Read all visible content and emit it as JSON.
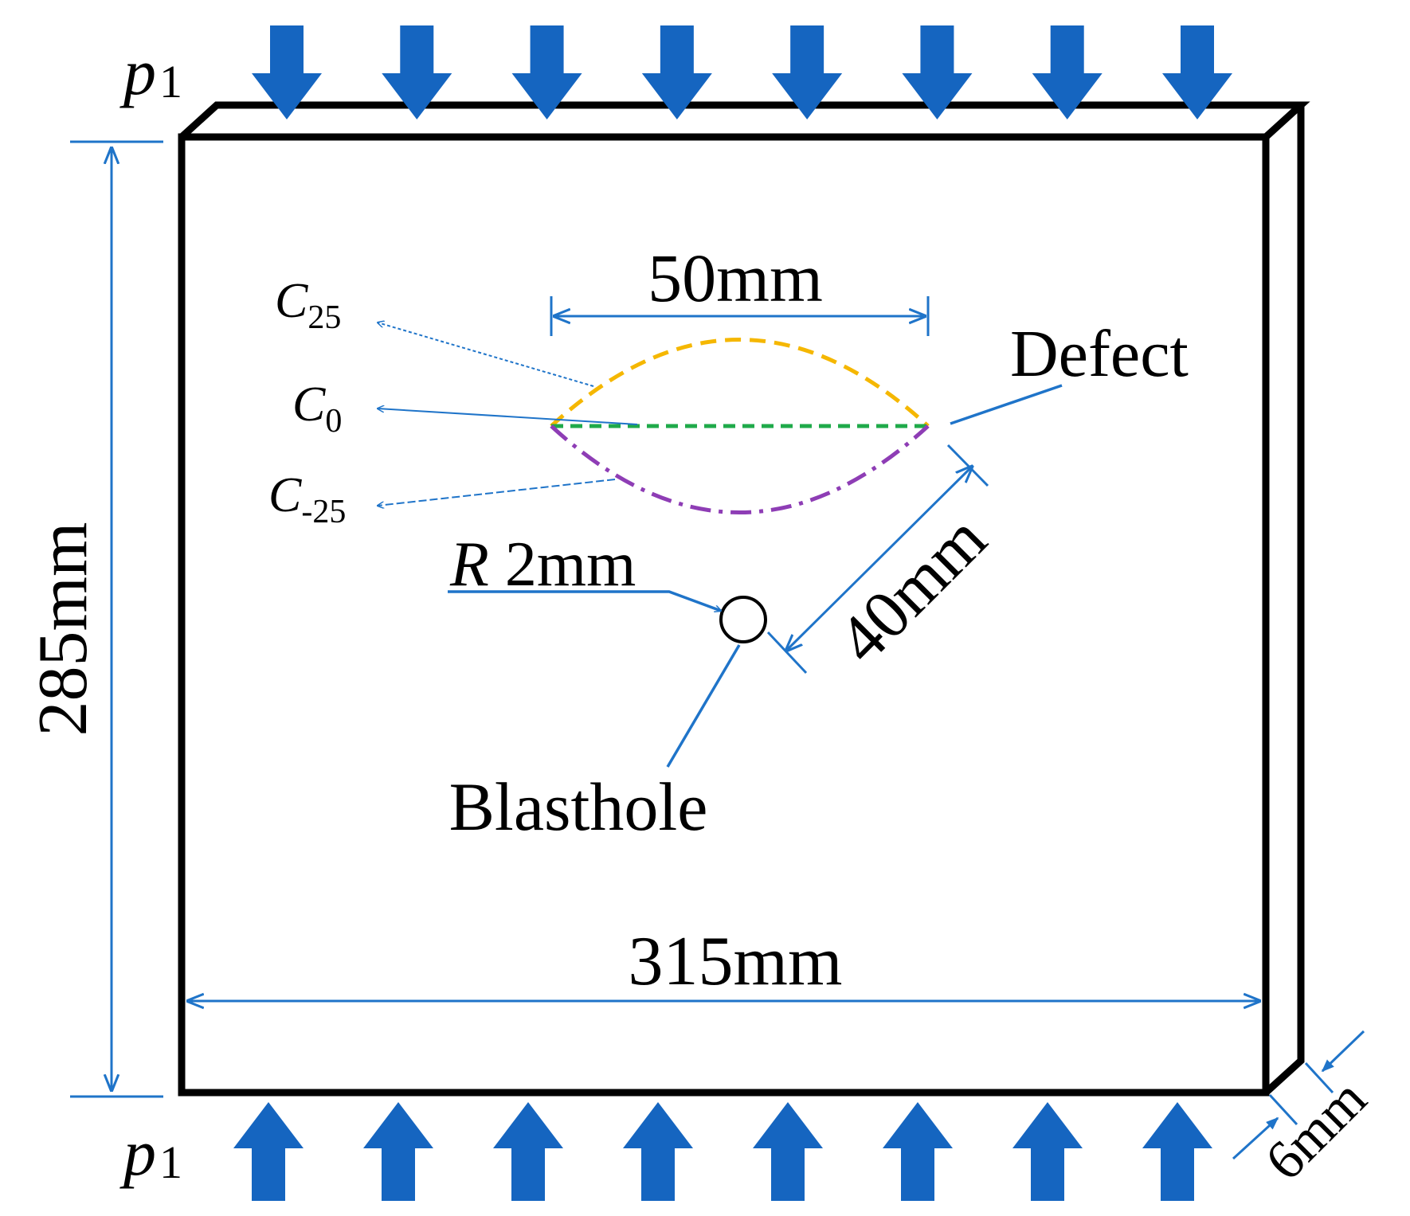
{
  "labels": {
    "load_top": "p",
    "load_top_sub": "1",
    "load_bottom": "p",
    "load_bottom_sub": "1",
    "defect_length": "50mm",
    "defect": "Defect",
    "curve_c25": "C",
    "curve_c25_sub": "25",
    "curve_c0": "C",
    "curve_c0_sub": "0",
    "curve_cm25": "C",
    "curve_cm25_sub": "-25",
    "radius_symbol": "R",
    "radius_value": " 2mm",
    "blasthole": "Blasthole",
    "distance": "40mm",
    "height": "285mm",
    "width": "315mm",
    "thickness": "6mm"
  },
  "colors": {
    "annotation_blue": "#1f74c9",
    "load_arrow_blue": "#1565c0",
    "outline": "#000000",
    "curve_c25": "#f5b700",
    "curve_c0": "#1faa4a",
    "curve_cm25": "#8e3db5"
  },
  "load_arrows": {
    "top_count": 8,
    "bottom_count": 8
  }
}
